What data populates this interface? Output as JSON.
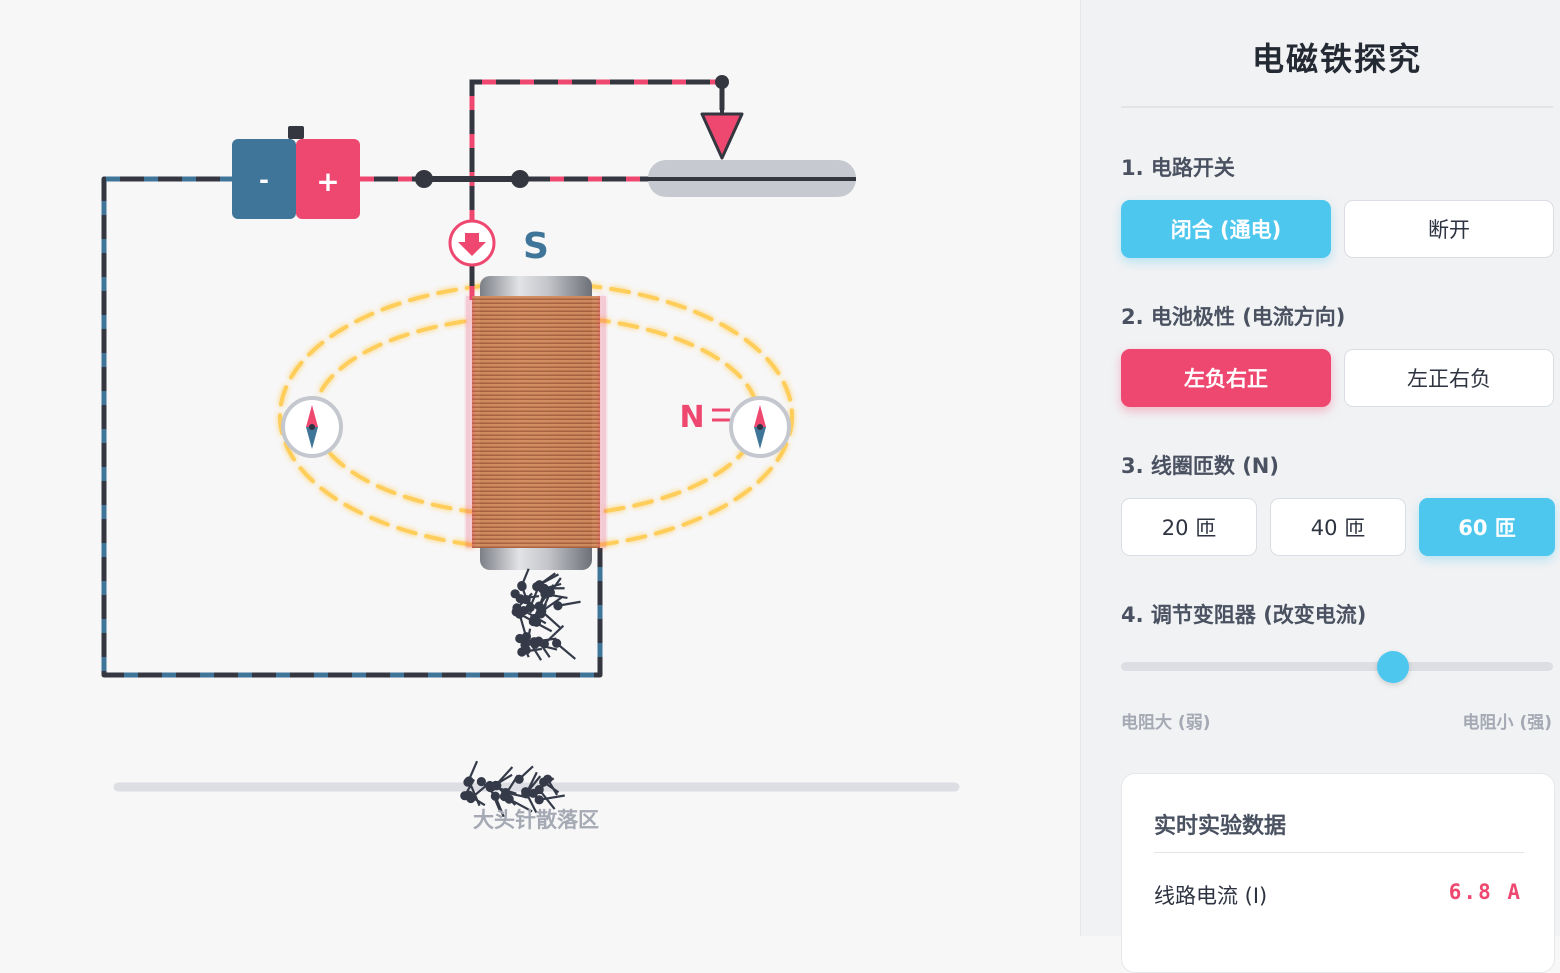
{
  "panel": {
    "title": "电磁铁探究",
    "switch": {
      "label": "1. 电路开关",
      "on": "闭合 (通电)",
      "off": "断开",
      "selected": "on"
    },
    "polarity": {
      "label": "2. 电池极性 (电流方向)",
      "left_neg": "左负右正",
      "left_pos": "左正右负",
      "selected": "left_neg"
    },
    "turns": {
      "label": "3. 线圈匝数 (N)",
      "options": [
        "20 匝",
        "40 匝",
        "60 匝"
      ],
      "selected": 2
    },
    "rheostat": {
      "label": "4. 调节变阻器 (改变电流)",
      "min_label": "电阻大 (弱)",
      "max_label": "电阻小 (强)",
      "level": 0.63
    },
    "data_card": {
      "title": "实时实验数据",
      "current_label": "线路电流 (I)",
      "current_value": "6.8 A"
    }
  },
  "sim": {
    "battery_neg": "-",
    "battery_pos": "+",
    "pole_top": "S",
    "pole_right": "N",
    "scatter_label": "大头针散落区"
  },
  "colors": {
    "accent_blue": "#4ec7ef",
    "accent_red": "#ef4870",
    "battery_neg": "#3f7599",
    "wire_dark": "#34373f",
    "field_line": "#ffc94a",
    "coil": "#c9825a"
  }
}
